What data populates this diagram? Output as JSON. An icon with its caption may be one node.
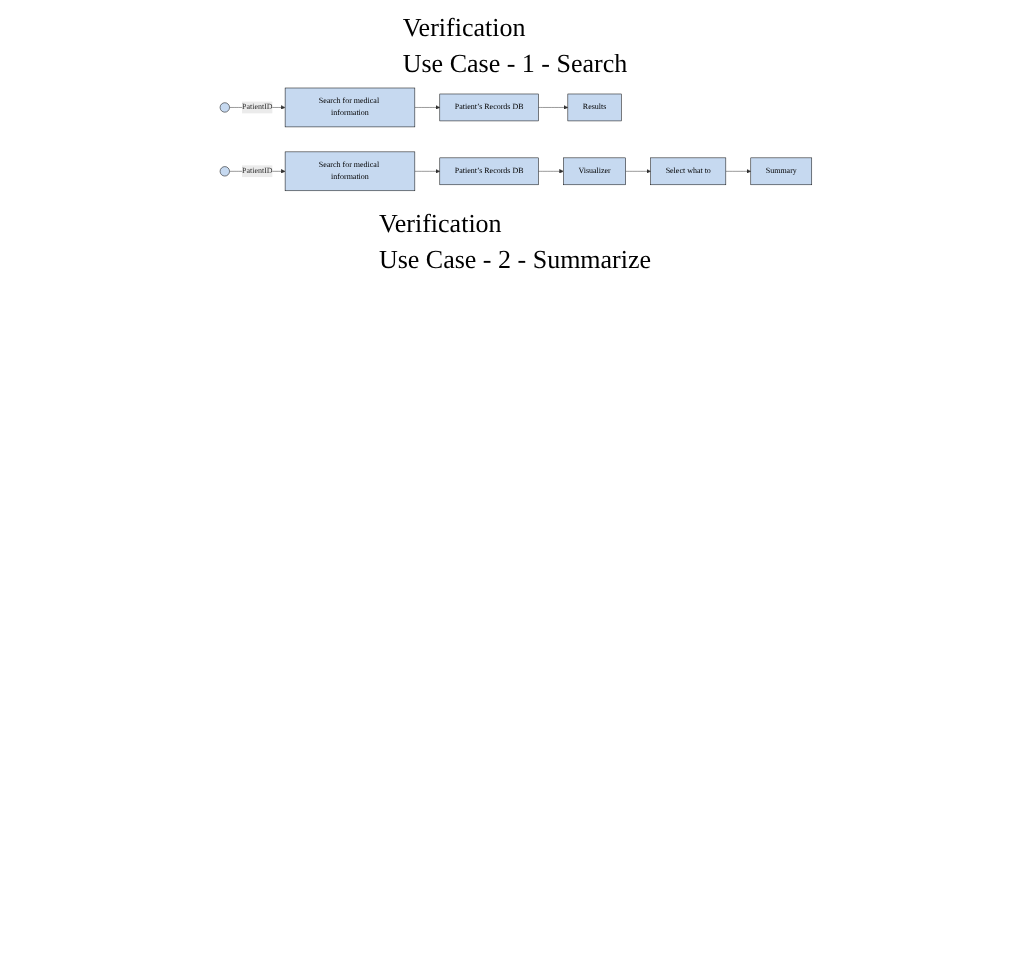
{
  "diagram": {
    "nodes": [
      {
        "text": [],
        "shape": "person"
      },
      {
        "text": [
          "Search for medical information"
        ]
      },
      {
        "text": [
          "Patient’s Records DB"
        ]
      },
      {
        "text": [
          "Results"
        ]
      },
      {
        "text": [],
        "shape": "person"
      },
      {
        "text": [
          "Search for medical information"
        ]
      },
      {
        "text": [
          "Patient’s Records DB"
        ]
      },
      {
        "text": [
          "Select what to"
        ]
      },
      {
        "text": [
          "Visualizer"
        ]
      },
      {
        "text": [
          "Summary"
        ]
      }
    ],
    "edges": [
      {
        "from": 0,
        "to": 1,
        "arrow": "to",
        "label": "PatientID"
      },
      {
        "from": 1,
        "to": 2,
        "arrow": "to"
      },
      {
        "from": 2,
        "to": 3,
        "arrow": "to"
      },
      {
        "from": 4,
        "to": 5,
        "arrow": "to",
        "label": "PatientID"
      },
      {
        "from": 5,
        "to": 6,
        "arrow": "to"
      },
      {
        "from": 6,
        "to": 8,
        "arrow": "to"
      },
      {
        "from": 8,
        "to": 7,
        "arrow": "to"
      },
      {
        "from": 7,
        "to": 9,
        "arrow": "to"
      }
    ],
    "labels": [
      "Verification",
      "Use Case - 1 - Search",
      "Verification",
      "Use Case - 2 - Summarize"
    ]
  }
}
